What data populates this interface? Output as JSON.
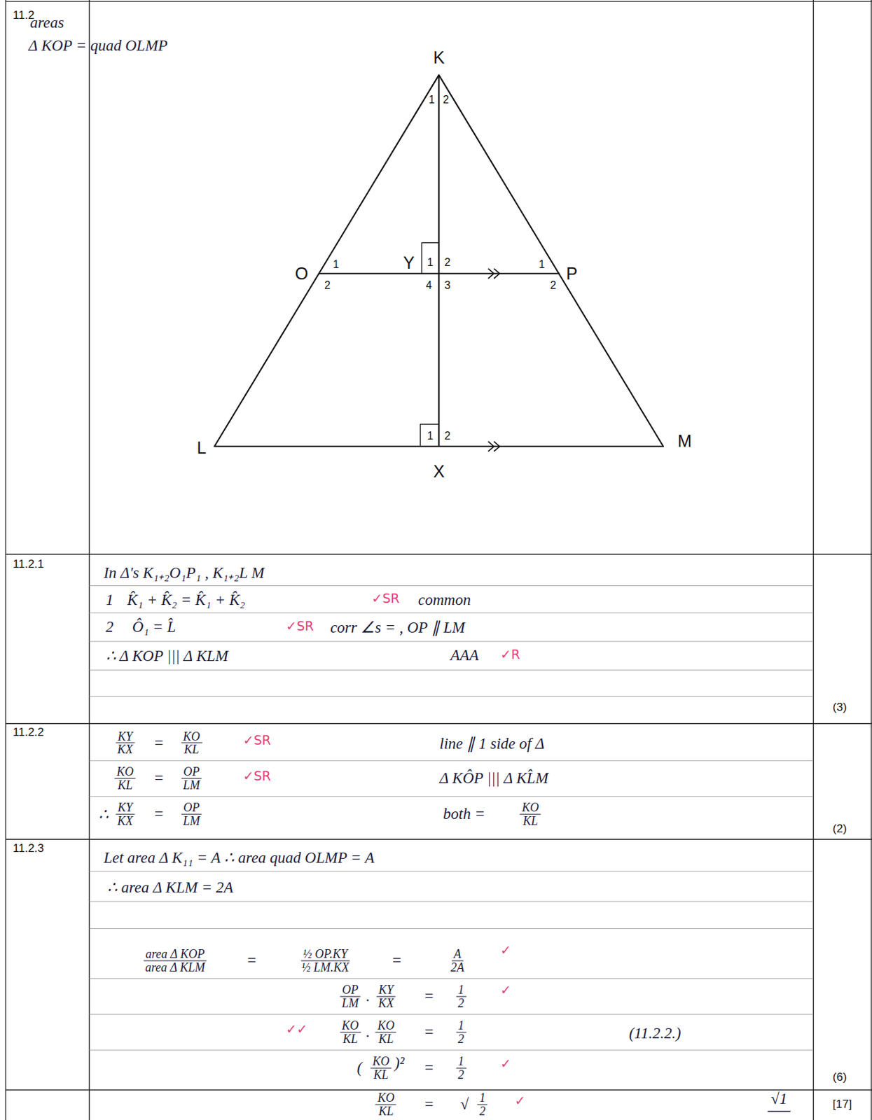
{
  "diagram": {
    "labels": [
      "11.2",
      "areas",
      "Δ KOP = quad OLMP",
      "K",
      "1",
      "2",
      "O",
      "1",
      "2",
      "Y",
      "1",
      "2",
      "1",
      "P",
      "4",
      "3",
      "2",
      "1",
      "2",
      "L",
      "M",
      "X",
      "11.2.1",
      "In Δ's K₁₊₂O₁P₁ , K₁₊₂L M",
      "1",
      "K̂₁ + K̂₂ = K̂₁ + K̂₂",
      "✓SR",
      "common",
      "2",
      "Ô₁ = L̂",
      "✓SR",
      "corr ∠s = , OP ∥ LM",
      "∴ Δ KOP ||| Δ KLM",
      "AAA",
      "✓R",
      "(3)",
      "11.2.2",
      "KY",
      "KX",
      "=",
      "KO",
      "KL",
      "✓SR",
      "line ∥ 1 side of Δ",
      "KO",
      "KL",
      "=",
      "OP",
      "LM",
      "✓SR",
      "Δ KÔP ||| Δ KL̂M",
      "∴",
      "KY",
      "KX",
      "=",
      "OP",
      "LM",
      "both =",
      "KO",
      "KL",
      "(2)",
      "11.2.3",
      "Let area Δ K₁₁ = A ∴ area quad OLMP = A",
      "∴ area Δ KLM = 2A",
      "area Δ KOP",
      "area Δ KLM",
      "=",
      "½ OP.KY",
      "½ LM.KX",
      "=",
      "A",
      "2A",
      "✓",
      "OP",
      "LM",
      ".",
      "KY",
      "KX",
      "=",
      "1",
      "2",
      "✓",
      "✓✓",
      "KO",
      "KL",
      ".",
      "KO",
      "KL",
      "=",
      "1",
      "2",
      "(11.2.2.)",
      "(",
      "KO",
      "KL",
      ")²",
      "=",
      "1",
      "2",
      "✓",
      "(6)",
      "KO",
      "KL",
      "=",
      "√",
      "1",
      "2",
      "✓",
      "√1",
      "[17]"
    ]
  }
}
